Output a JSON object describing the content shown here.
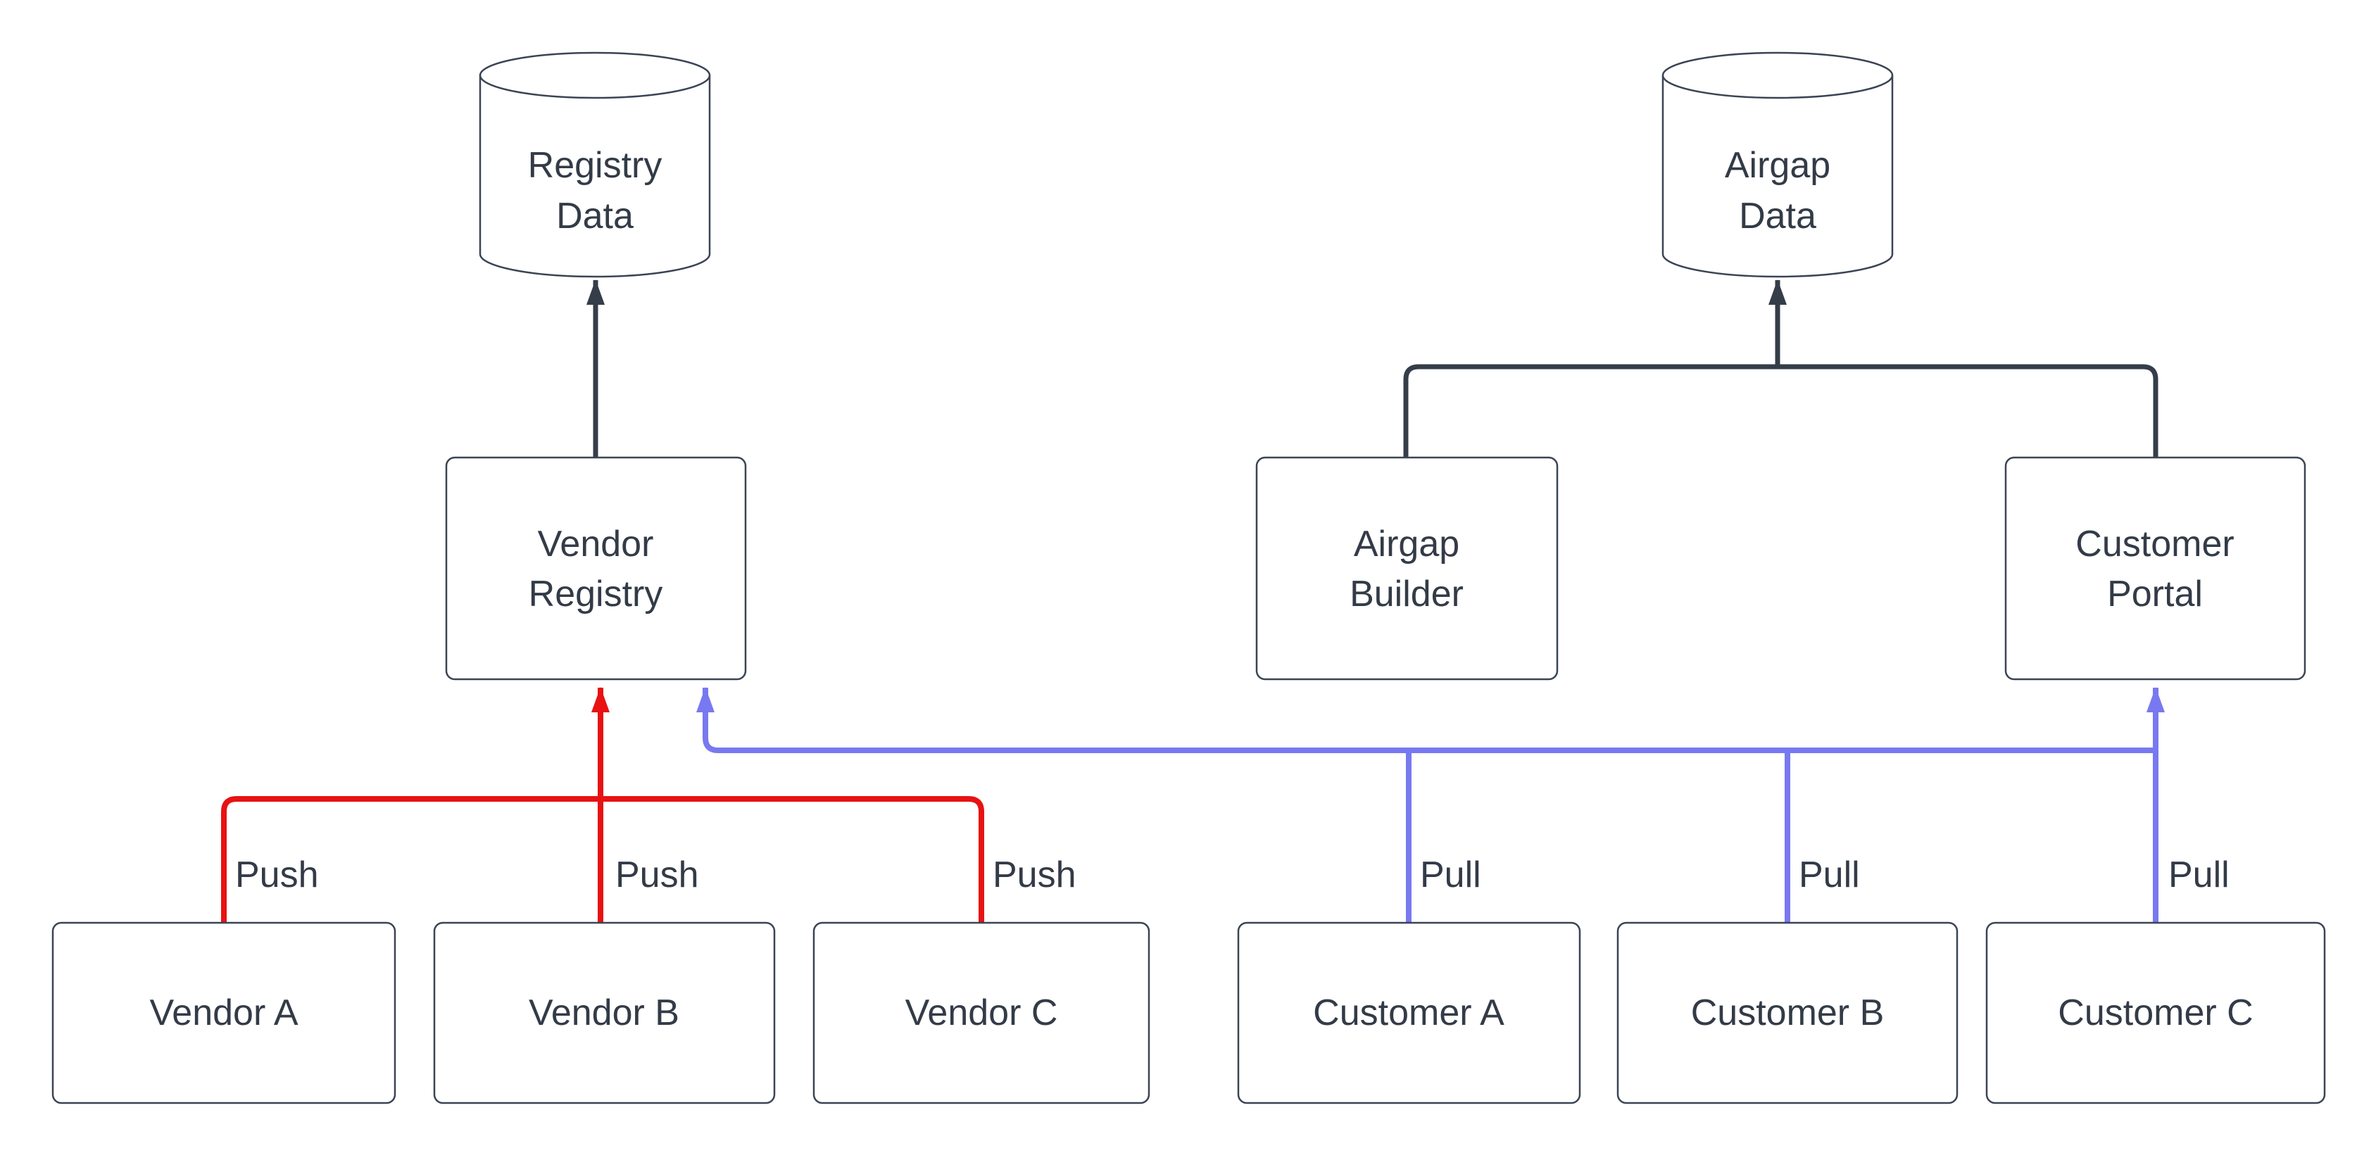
{
  "diagram": {
    "type": "flowchart",
    "background": "#ffffff",
    "palette": {
      "node_fill": "#ffffff",
      "node_border": "#3a4454",
      "text": "#333b47",
      "push_edge_color": "#e81212",
      "pull_edge_color": "#7879f0",
      "data_edge_color": "#353d49"
    },
    "nodes": {
      "registry_data": {
        "shape": "cylinder",
        "lines": [
          "Registry",
          "Data"
        ]
      },
      "airgap_data": {
        "shape": "cylinder",
        "lines": [
          "Airgap",
          "Data"
        ]
      },
      "vendor_registry": {
        "shape": "rect",
        "lines": [
          "Vendor",
          "Registry"
        ]
      },
      "airgap_builder": {
        "shape": "rect",
        "lines": [
          "Airgap",
          "Builder"
        ]
      },
      "customer_portal": {
        "shape": "rect",
        "lines": [
          "Customer",
          "Portal"
        ]
      },
      "vendor_a": {
        "shape": "rect",
        "label": "Vendor A"
      },
      "vendor_b": {
        "shape": "rect",
        "label": "Vendor B"
      },
      "vendor_c": {
        "shape": "rect",
        "label": "Vendor C"
      },
      "customer_a": {
        "shape": "rect",
        "label": "Customer A"
      },
      "customer_b": {
        "shape": "rect",
        "label": "Customer B"
      },
      "customer_c": {
        "shape": "rect",
        "label": "Customer C"
      }
    },
    "edges": [
      {
        "from": "Vendor Registry",
        "to": "Registry Data",
        "label": "",
        "color": "dark"
      },
      {
        "from": "Airgap Builder",
        "to": "Airgap Data",
        "label": "",
        "color": "dark"
      },
      {
        "from": "Customer Portal",
        "to": "Airgap Data",
        "label": "",
        "color": "dark"
      },
      {
        "from": "Vendor A",
        "to": "Vendor Registry",
        "label": "Push",
        "color": "red"
      },
      {
        "from": "Vendor B",
        "to": "Vendor Registry",
        "label": "Push",
        "color": "red"
      },
      {
        "from": "Vendor C",
        "to": "Vendor Registry",
        "label": "Push",
        "color": "red"
      },
      {
        "from": "Customer A",
        "to": "Vendor Registry / Customer Portal",
        "label": "Pull",
        "color": "blue"
      },
      {
        "from": "Customer B",
        "to": "Vendor Registry / Customer Portal",
        "label": "Pull",
        "color": "blue"
      },
      {
        "from": "Customer C",
        "to": "Vendor Registry / Customer Portal",
        "label": "Pull",
        "color": "blue"
      }
    ]
  }
}
